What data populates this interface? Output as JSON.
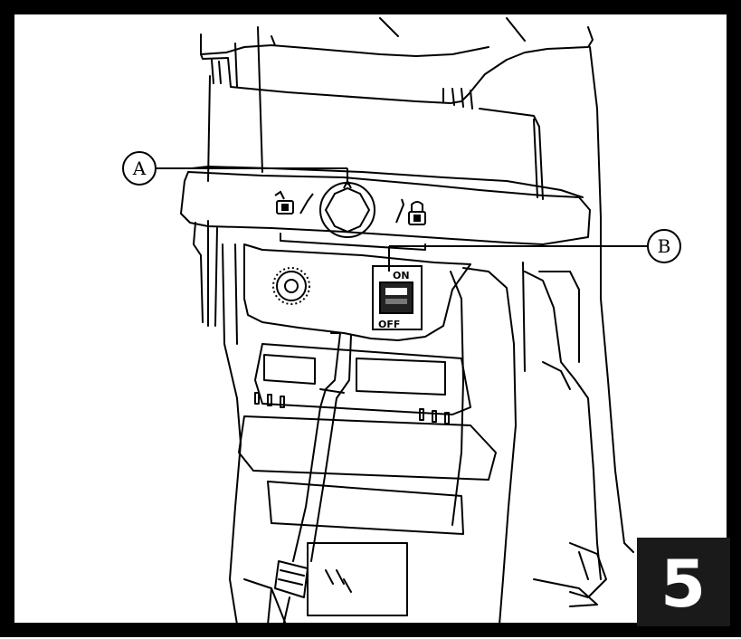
{
  "figure": {
    "step_number": "5",
    "callouts": [
      {
        "id": "a",
        "label": "A"
      },
      {
        "id": "b",
        "label": "B"
      }
    ],
    "switch": {
      "on_label": "ON",
      "off_label": "OFF"
    },
    "icons": [
      "unlock-icon",
      "lock-icon",
      "rotary-knob-icon",
      "key-switch-icon",
      "power-switch-icon"
    ]
  }
}
